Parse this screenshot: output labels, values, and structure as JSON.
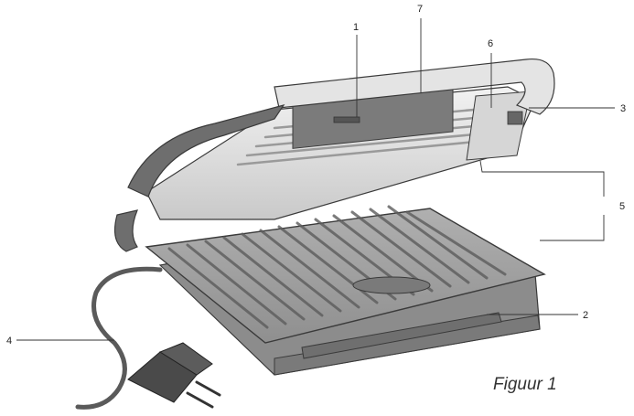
{
  "callouts": [
    {
      "id": "1",
      "label": "1"
    },
    {
      "id": "2",
      "label": "2"
    },
    {
      "id": "3",
      "label": "3"
    },
    {
      "id": "4",
      "label": "4"
    },
    {
      "id": "5",
      "label": "5"
    },
    {
      "id": "6",
      "label": "6"
    },
    {
      "id": "7",
      "label": "7"
    }
  ],
  "caption": "Figuur 1",
  "colors": {
    "body_dark": "#8a8a8a",
    "plate": "#9b9b9b",
    "lid_light": "#dcdcdc",
    "outline": "#3a3a3a"
  }
}
